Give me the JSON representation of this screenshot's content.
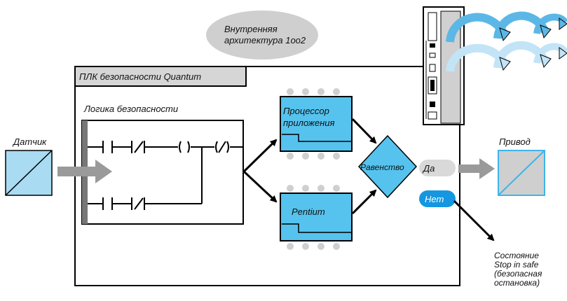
{
  "internal_arch": {
    "line1": "Внутренняя",
    "line2": "архитектура 1oo2"
  },
  "plc_title": "ПЛК безопасности Quantum",
  "logic_label": "Логика безопасности",
  "sensor_label": "Датчик",
  "app_cpu": {
    "line1": "Процессор",
    "line2": "приложения"
  },
  "pentium_label": "Pentium",
  "equality_label": "Равенство",
  "yes_label": "Да",
  "no_label": "Нет",
  "actuator_label": "Привод",
  "safe_state": {
    "line1": "Состояние",
    "line2": "Stop in safe",
    "line3": "(безопасная",
    "line4": "остановка)"
  },
  "colors": {
    "chip_blue": "#56c3ee",
    "sensor_fill": "#a9dbf2",
    "actuator_fill": "#cfcfcf",
    "actuator_border": "#3fb4e8",
    "gray_arrow": "#9a9a9a",
    "title_bar": "#d6d6d6",
    "pill_gray": "#d9d9d9",
    "no_pill": "#1596e0",
    "arch_ellipse": "#cfcfcf",
    "loop_arrow": "#5cb7e6",
    "loop_arrow_light": "#c2e4f6"
  }
}
